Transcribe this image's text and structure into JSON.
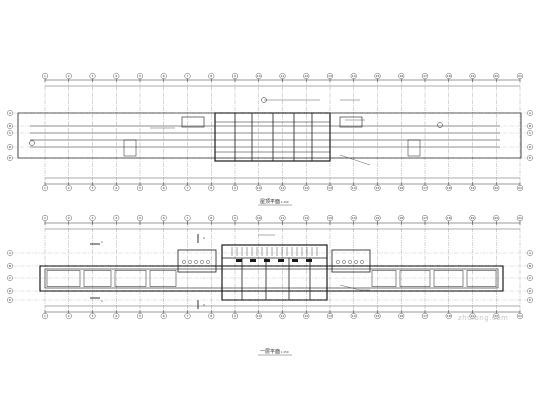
{
  "drawing": {
    "plans": [
      {
        "id": "roof-plan",
        "title": "屋顶平面",
        "scale": "1:150",
        "grid_columns": [
          "1",
          "2",
          "3",
          "4",
          "5",
          "6",
          "7",
          "8",
          "9",
          "10",
          "11",
          "12",
          "13",
          "14",
          "15",
          "16",
          "17",
          "18",
          "19",
          "20",
          "21"
        ],
        "grid_rows": [
          "A",
          "B",
          "C",
          "D",
          "E"
        ]
      },
      {
        "id": "first-floor-plan",
        "title": "一层平面",
        "scale": "1:150",
        "grid_columns": [
          "1",
          "2",
          "3",
          "4",
          "5",
          "6",
          "7",
          "8",
          "9",
          "10",
          "11",
          "12",
          "13",
          "14",
          "15",
          "16",
          "17",
          "18",
          "19",
          "20",
          "21"
        ],
        "grid_rows": [
          "A",
          "B",
          "C",
          "D",
          "E"
        ]
      }
    ],
    "section_marks": [
      "1",
      "1",
      "2",
      "2"
    ],
    "watermark": "zhulong.com"
  },
  "colors": {
    "line": "#1a1a1a",
    "thin_line": "#555555",
    "background": "#ffffff"
  }
}
